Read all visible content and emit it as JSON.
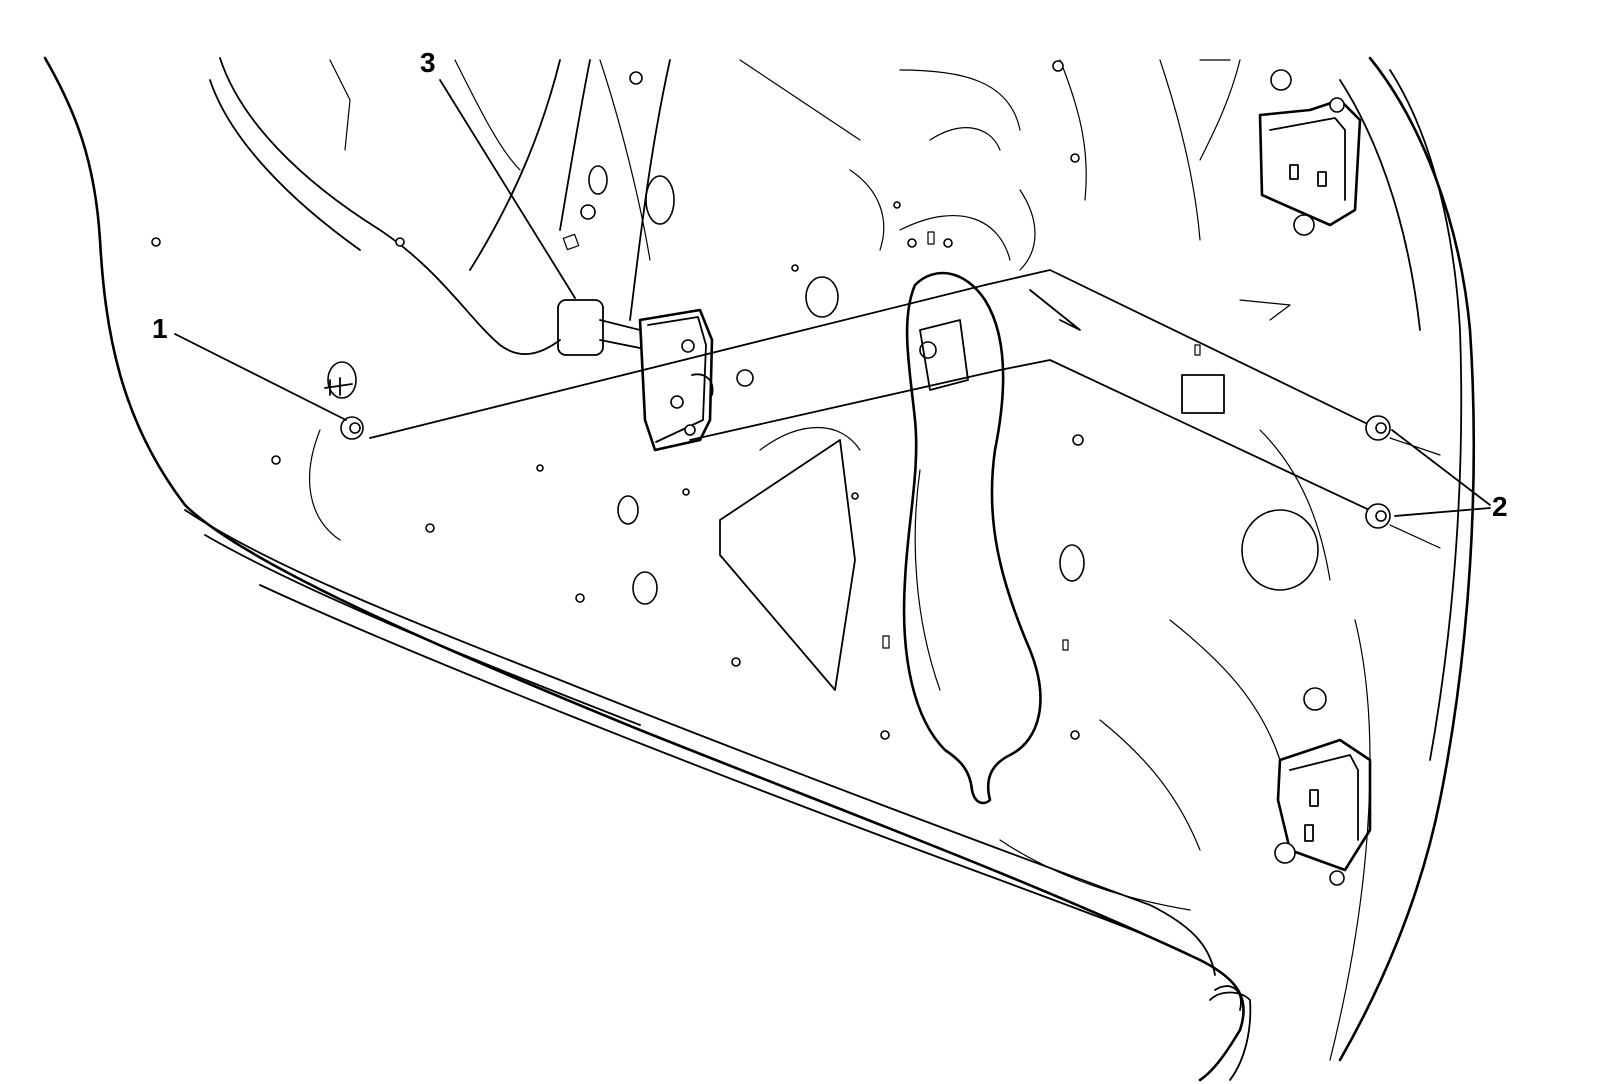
{
  "callouts": [
    {
      "id": "1",
      "label": "1"
    },
    {
      "id": "2",
      "label": "2"
    },
    {
      "id": "3",
      "label": "3"
    }
  ],
  "colors": {
    "ink": "#000000",
    "background": "#ffffff"
  }
}
